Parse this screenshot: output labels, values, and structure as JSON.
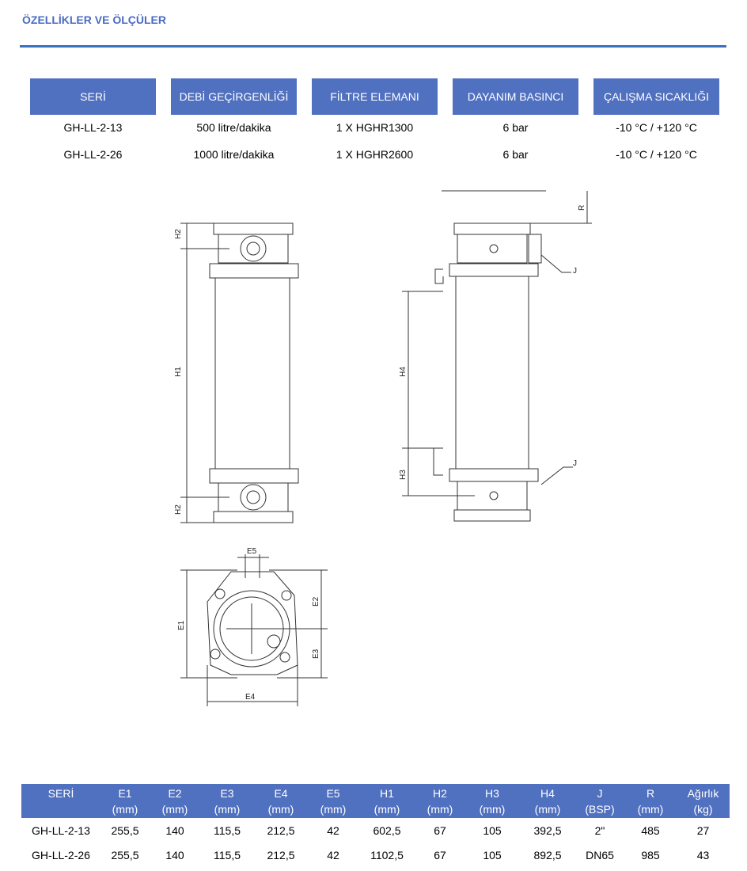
{
  "title": "ÖZELLİKLER VE ÖLÇÜLER",
  "spec_table": {
    "headers": [
      "SERİ",
      "DEBİ GEÇİRGENLİĞİ",
      "FİLTRE ELEMANI",
      "DAYANIM BASINCI",
      "ÇALIŞMA SICAKLIĞI"
    ],
    "rows": [
      [
        "GH-LL-2-13",
        "500 litre/dakika",
        "1 X HGHR1300",
        "6 bar",
        "-10 °C / +120 °C"
      ],
      [
        "GH-LL-2-26",
        "1000 litre/dakika",
        "1 X HGHR2600",
        "6 bar",
        "-10 °C / +120 °C"
      ]
    ]
  },
  "drawing_labels": {
    "h1": "H1",
    "h2": "H2",
    "h3": "H3",
    "h4": "H4",
    "r": "R",
    "j": "J",
    "e1": "E1",
    "e2": "E2",
    "e3": "E3",
    "e4": "E4",
    "e5": "E5"
  },
  "dim_table": {
    "headers": [
      [
        "SERİ",
        ""
      ],
      [
        "E1",
        "(mm)"
      ],
      [
        "E2",
        "(mm)"
      ],
      [
        "E3",
        "(mm)"
      ],
      [
        "E4",
        "(mm)"
      ],
      [
        "E5",
        "(mm)"
      ],
      [
        "H1",
        "(mm)"
      ],
      [
        "H2",
        "(mm)"
      ],
      [
        "H3",
        "(mm)"
      ],
      [
        "H4",
        "(mm)"
      ],
      [
        "J",
        "(BSP)"
      ],
      [
        "R",
        "(mm)"
      ],
      [
        "Ağırlık",
        "(kg)"
      ]
    ],
    "rows": [
      [
        "GH-LL-2-13",
        "255,5",
        "140",
        "115,5",
        "212,5",
        "42",
        "602,5",
        "67",
        "105",
        "392,5",
        "2\"",
        "485",
        "27"
      ],
      [
        "GH-LL-2-26",
        "255,5",
        "140",
        "115,5",
        "212,5",
        "42",
        "1102,5",
        "67",
        "105",
        "892,5",
        "DN65",
        "985",
        "43"
      ]
    ]
  },
  "colors": {
    "accent": "#5070c0",
    "title": "#4a6bc4",
    "rule": "#3a70c0"
  }
}
